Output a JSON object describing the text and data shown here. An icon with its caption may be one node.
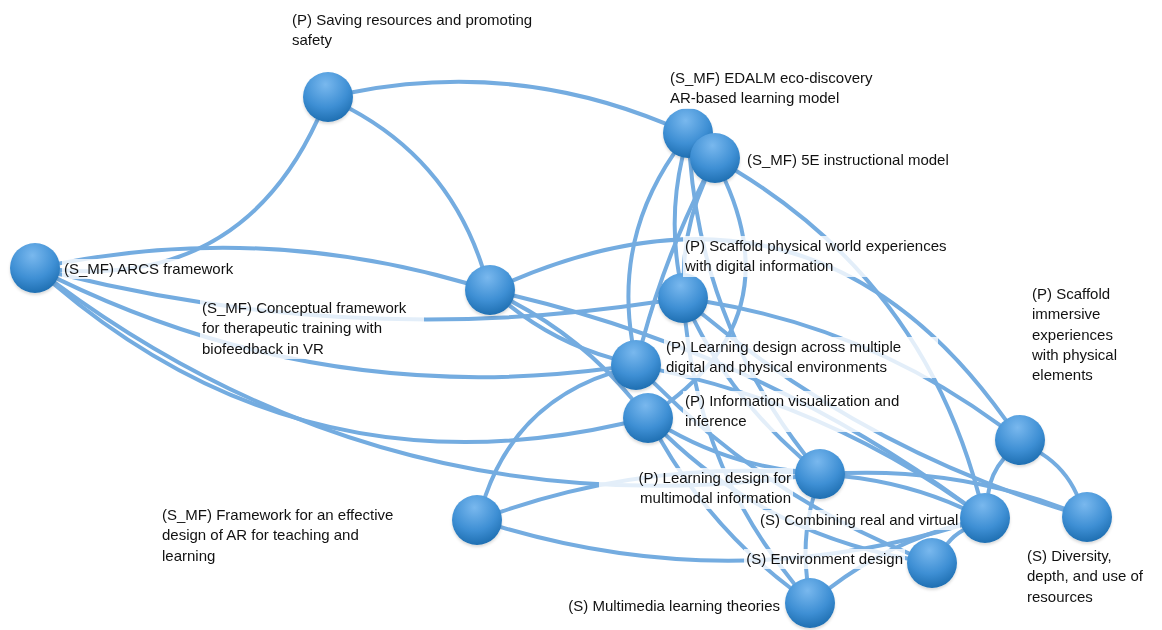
{
  "diagram": {
    "nodes": [
      {
        "text": [],
        "shape": "circle",
        "beside": [
          "(P) Saving resources and promoting safety"
        ]
      },
      {
        "text": [],
        "shape": "circle",
        "beside": [
          "(S_MF) EDALM eco-discovery AR-based learning model"
        ]
      },
      {
        "text": [],
        "shape": "circle",
        "beside": [
          "(S_MF) 5E instructional model"
        ]
      },
      {
        "text": [],
        "shape": "circle",
        "beside": [
          "(P) Scaffold physical world experiences with digital information"
        ]
      },
      {
        "text": [],
        "shape": "circle",
        "beside": [
          "(S_MF) ARCS framework"
        ]
      },
      {
        "text": [],
        "shape": "circle",
        "beside": [
          "(S_MF) Conceptual framework for therapeutic training with biofeedback in VR"
        ]
      },
      {
        "text": [],
        "shape": "circle",
        "beside": [
          "(P) Scaffold immersive experiences with physical elements"
        ]
      },
      {
        "text": [],
        "shape": "circle",
        "beside": [
          "(P) Learning design across multiple digital and physical environments"
        ]
      },
      {
        "text": [],
        "shape": "circle",
        "beside": [
          "(P) Information visualization and inference"
        ]
      },
      {
        "text": [],
        "shape": "circle",
        "beside": [
          "(P) Learning design for multimodal information"
        ]
      },
      {
        "text": [],
        "shape": "circle",
        "beside": [
          "(S_MF) Framework for an effective design of AR for teaching and learning"
        ]
      },
      {
        "text": [],
        "shape": "circle",
        "beside": [
          "(S) Combining real and virtual"
        ]
      },
      {
        "text": [],
        "shape": "circle",
        "beside": [
          "(S) Diversity, depth, and use of resources"
        ]
      },
      {
        "text": [],
        "shape": "circle",
        "beside": [
          "(S) Environment design"
        ]
      },
      {
        "text": [],
        "shape": "circle",
        "beside": [
          "(S) Multimedia learning theories"
        ]
      }
    ],
    "edges": [
      {
        "from": 4,
        "to": 0,
        "arrow": "none"
      },
      {
        "from": 0,
        "to": 5,
        "arrow": "none"
      },
      {
        "from": 0,
        "to": 1,
        "arrow": "none"
      },
      {
        "from": 4,
        "to": 5,
        "arrow": "none"
      },
      {
        "from": 4,
        "to": 3,
        "arrow": "none"
      },
      {
        "from": 4,
        "to": 8,
        "arrow": "none"
      },
      {
        "from": 4,
        "to": 7,
        "arrow": "none"
      },
      {
        "from": 4,
        "to": 9,
        "arrow": "none"
      },
      {
        "from": 5,
        "to": 7,
        "arrow": "none"
      },
      {
        "from": 5,
        "to": 8,
        "arrow": "none"
      },
      {
        "from": 5,
        "to": 11,
        "arrow": "none"
      },
      {
        "from": 5,
        "to": 6,
        "arrow": "none"
      },
      {
        "from": 1,
        "to": 7,
        "arrow": "none"
      },
      {
        "from": 1,
        "to": 3,
        "arrow": "none"
      },
      {
        "from": 1,
        "to": 9,
        "arrow": "none"
      },
      {
        "from": 2,
        "to": 3,
        "arrow": "none"
      },
      {
        "from": 2,
        "to": 7,
        "arrow": "none"
      },
      {
        "from": 2,
        "to": 11,
        "arrow": "none"
      },
      {
        "from": 2,
        "to": 8,
        "arrow": "none"
      },
      {
        "from": 3,
        "to": 6,
        "arrow": "none"
      },
      {
        "from": 3,
        "to": 12,
        "arrow": "none"
      },
      {
        "from": 3,
        "to": 14,
        "arrow": "none"
      },
      {
        "from": 3,
        "to": 9,
        "arrow": "none"
      },
      {
        "from": 7,
        "to": 11,
        "arrow": "none"
      },
      {
        "from": 7,
        "to": 13,
        "arrow": "none"
      },
      {
        "from": 8,
        "to": 14,
        "arrow": "none"
      },
      {
        "from": 8,
        "to": 13,
        "arrow": "none"
      },
      {
        "from": 8,
        "to": 9,
        "arrow": "none"
      },
      {
        "from": 9,
        "to": 11,
        "arrow": "none"
      },
      {
        "from": 9,
        "to": 14,
        "arrow": "none"
      },
      {
        "from": 9,
        "to": 12,
        "arrow": "none"
      },
      {
        "from": 10,
        "to": 7,
        "arrow": "none"
      },
      {
        "from": 10,
        "to": 11,
        "arrow": "none"
      },
      {
        "from": 10,
        "to": 9,
        "arrow": "none"
      },
      {
        "from": 6,
        "to": 11,
        "arrow": "none"
      },
      {
        "from": 6,
        "to": 12,
        "arrow": "none"
      },
      {
        "from": 11,
        "to": 13,
        "arrow": "none"
      },
      {
        "from": 14,
        "to": 11,
        "arrow": "none"
      }
    ]
  }
}
